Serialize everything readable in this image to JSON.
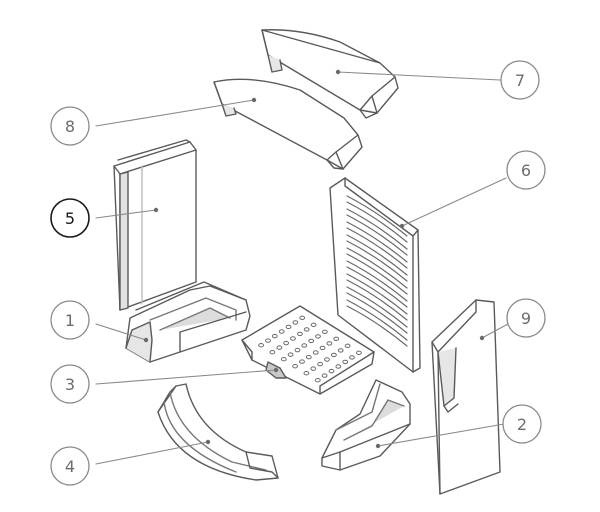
{
  "diagram": {
    "callouts": [
      {
        "label": "1",
        "highlighted": false
      },
      {
        "label": "2",
        "highlighted": false
      },
      {
        "label": "3",
        "highlighted": false
      },
      {
        "label": "4",
        "highlighted": false
      },
      {
        "label": "5",
        "highlighted": true
      },
      {
        "label": "6",
        "highlighted": false
      },
      {
        "label": "7",
        "highlighted": false
      },
      {
        "label": "8",
        "highlighted": false
      },
      {
        "label": "9",
        "highlighted": false
      }
    ]
  },
  "colors": {
    "line": "#5a5a5a",
    "fill": "#ffffff",
    "shade": "#d9d9d9",
    "callout_ring": "#8a8a8a",
    "callout_ring_active": "#1a1a1a"
  }
}
